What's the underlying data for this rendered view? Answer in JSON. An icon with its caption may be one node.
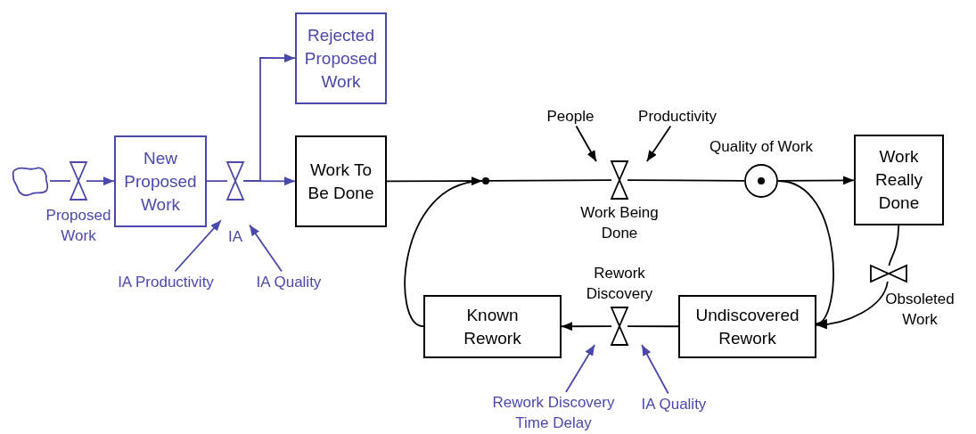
{
  "diagram": {
    "nodes": [
      {
        "text": [],
        "shape": "cloud"
      },
      {
        "text": [
          "Proposed Work"
        ]
      },
      {
        "text": [
          "New Proposed Work"
        ]
      },
      {
        "text": [
          "IA"
        ]
      },
      {
        "text": [
          "Rejected Proposed Work"
        ]
      },
      {
        "text": [
          "Work To Be Done"
        ]
      },
      {
        "text": [],
        "shape": "circle"
      },
      {
        "text": [
          "Work Being Done"
        ]
      },
      {
        "text": [
          "People"
        ]
      },
      {
        "text": [
          "Productivity"
        ]
      },
      {
        "text": [
          "Quality of Work"
        ]
      },
      {
        "text": [
          "Work Really Done"
        ]
      },
      {
        "text": [
          "Obsoleted Work"
        ]
      },
      {
        "text": [
          "Undiscovered Rework"
        ]
      },
      {
        "text": [
          "Rework Discovery"
        ]
      },
      {
        "text": [
          "Known Rework"
        ]
      },
      {
        "text": [
          "IA Productivity"
        ]
      },
      {
        "text": [
          "IA Quality"
        ]
      },
      {
        "text": [
          "Rework Discovery Time Delay"
        ]
      },
      {
        "text": [
          "IA Quality"
        ]
      }
    ],
    "edges": [
      {
        "from": 0,
        "to": 1,
        "arrow": "none",
        "color": "#4a48a8"
      },
      {
        "from": 1,
        "to": 2,
        "arrow": "to",
        "color": "#4a48a8"
      },
      {
        "from": 2,
        "to": 3,
        "arrow": "none",
        "color": "#4a48a8"
      },
      {
        "from": 3,
        "to": 4,
        "arrow": "to",
        "color": "#4a48a8"
      },
      {
        "from": 3,
        "to": 5,
        "arrow": "to",
        "color": "#4a48a8"
      },
      {
        "from": 5,
        "to": 6,
        "arrow": "none"
      },
      {
        "from": 6,
        "to": 7,
        "arrow": "none"
      },
      {
        "from": 7,
        "to": 10,
        "arrow": "none"
      },
      {
        "from": 10,
        "to": 11,
        "arrow": "to"
      },
      {
        "from": 15,
        "to": 6,
        "arrow": "to"
      },
      {
        "from": 10,
        "to": 13,
        "arrow": "to"
      },
      {
        "from": 11,
        "to": 12,
        "arrow": "none"
      },
      {
        "from": 12,
        "to": 13,
        "arrow": "to"
      },
      {
        "from": 13,
        "to": 14,
        "arrow": "none"
      },
      {
        "from": 14,
        "to": 15,
        "arrow": "to"
      },
      {
        "from": 8,
        "to": 7,
        "arrow": "to"
      },
      {
        "from": 9,
        "to": 7,
        "arrow": "to"
      },
      {
        "from": 16,
        "to": 3,
        "arrow": "to",
        "color": "#4a48a8"
      },
      {
        "from": 17,
        "to": 3,
        "arrow": "to",
        "color": "#4a48a8"
      },
      {
        "from": 18,
        "to": 14,
        "arrow": "to",
        "color": "#4a48a8"
      },
      {
        "from": 19,
        "to": 14,
        "arrow": "to",
        "color": "#4a48a8"
      }
    ]
  }
}
